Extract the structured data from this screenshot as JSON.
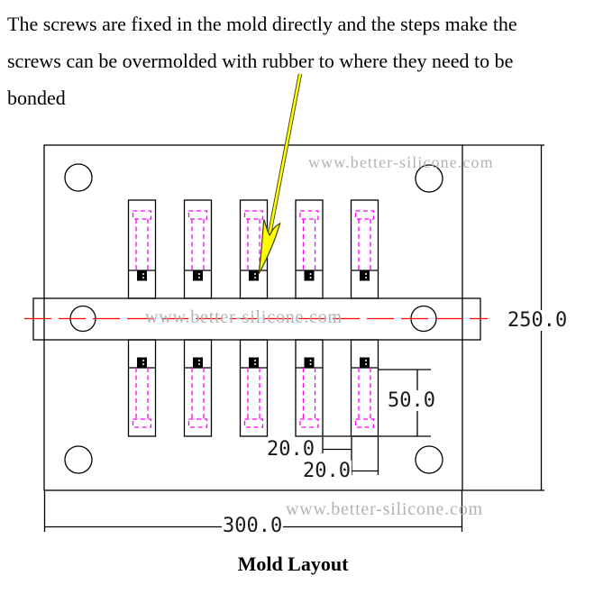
{
  "annotation": {
    "lines": [
      "The screws are fixed in the mold directly and the steps make the",
      "screws can be overmolded with rubber to where they need to be",
      "bonded"
    ]
  },
  "watermark": "www.better-silicone.com",
  "drawing": {
    "title": "Mold Layout",
    "dimensions": {
      "plate_width": "300.0",
      "plate_height": "250.0",
      "screw_length": "50.0",
      "slot_gap": "20.0",
      "slot_width": "20.0"
    },
    "screw_count": 10,
    "colors": {
      "outline": "#000000",
      "screw_hidden_line": "#ff00ff",
      "centerline": "#ff0000",
      "watermark": "#b3b3b3",
      "callout_arrow": "#ffff00"
    }
  }
}
